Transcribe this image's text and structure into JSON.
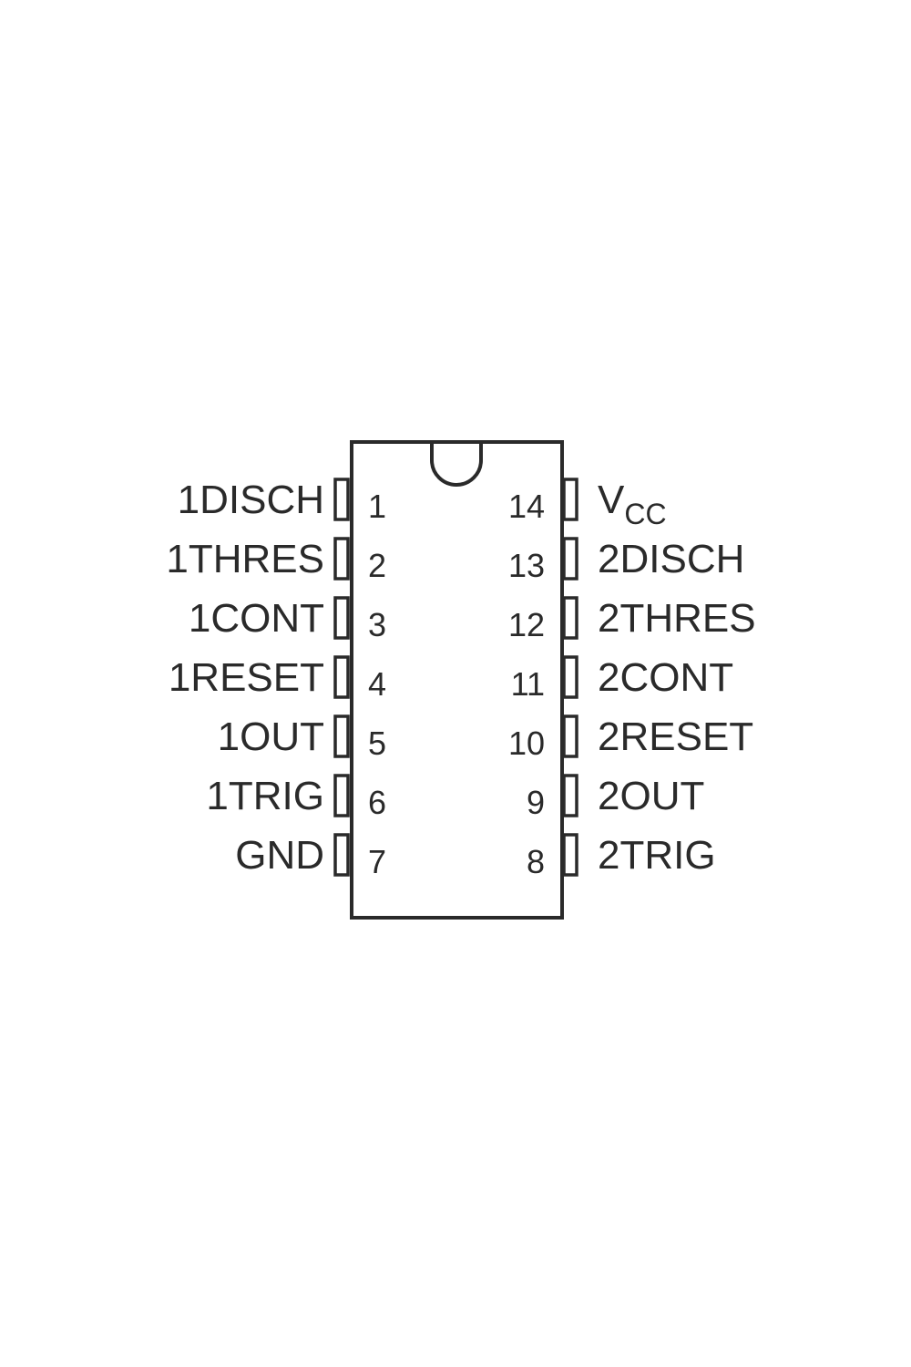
{
  "diagram": {
    "pins_left": [
      {
        "number": "1",
        "name": "1DISCH"
      },
      {
        "number": "2",
        "name": "1THRES"
      },
      {
        "number": "3",
        "name": "1CONT"
      },
      {
        "number": "4",
        "name": "1RESET"
      },
      {
        "number": "5",
        "name": "1OUT"
      },
      {
        "number": "6",
        "name": "1TRIG"
      },
      {
        "number": "7",
        "name": "GND"
      }
    ],
    "pins_right": [
      {
        "number": "14",
        "name": "V",
        "subscript": "CC"
      },
      {
        "number": "13",
        "name": "2DISCH"
      },
      {
        "number": "12",
        "name": "2THRES"
      },
      {
        "number": "11",
        "name": "2CONT"
      },
      {
        "number": "10",
        "name": "2RESET"
      },
      {
        "number": "9",
        "name": "2OUT"
      },
      {
        "number": "8",
        "name": "2TRIG"
      }
    ]
  }
}
